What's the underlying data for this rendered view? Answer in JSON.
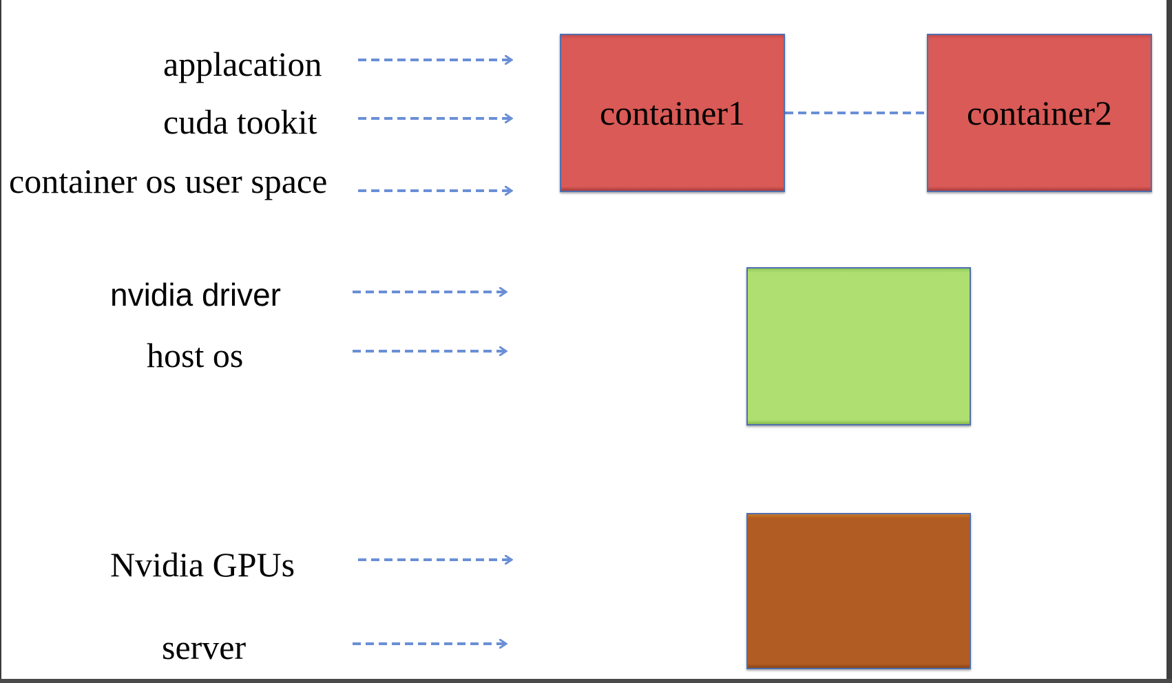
{
  "layers": [
    {
      "id": "applacation",
      "label": "applacation"
    },
    {
      "id": "cuda-tookit",
      "label": "cuda tookit"
    },
    {
      "id": "container-os-user-space",
      "label": "container os user space"
    },
    {
      "id": "nvidia-driver",
      "label": "nvidia driver"
    },
    {
      "id": "host-os",
      "label": "host os"
    },
    {
      "id": "nvidia-gpus",
      "label": "Nvidia GPUs"
    },
    {
      "id": "server",
      "label": "server"
    }
  ],
  "boxes": {
    "container1": {
      "label": "container1",
      "color": "#d95a56"
    },
    "container2": {
      "label": "container2",
      "color": "#d95a56"
    },
    "host": {
      "label": "",
      "color": "#aedf70"
    },
    "hardware": {
      "label": "",
      "color": "#b15c22"
    }
  },
  "colors": {
    "arrow": "#6a8fd6",
    "box_border": "#4f6fb0"
  }
}
